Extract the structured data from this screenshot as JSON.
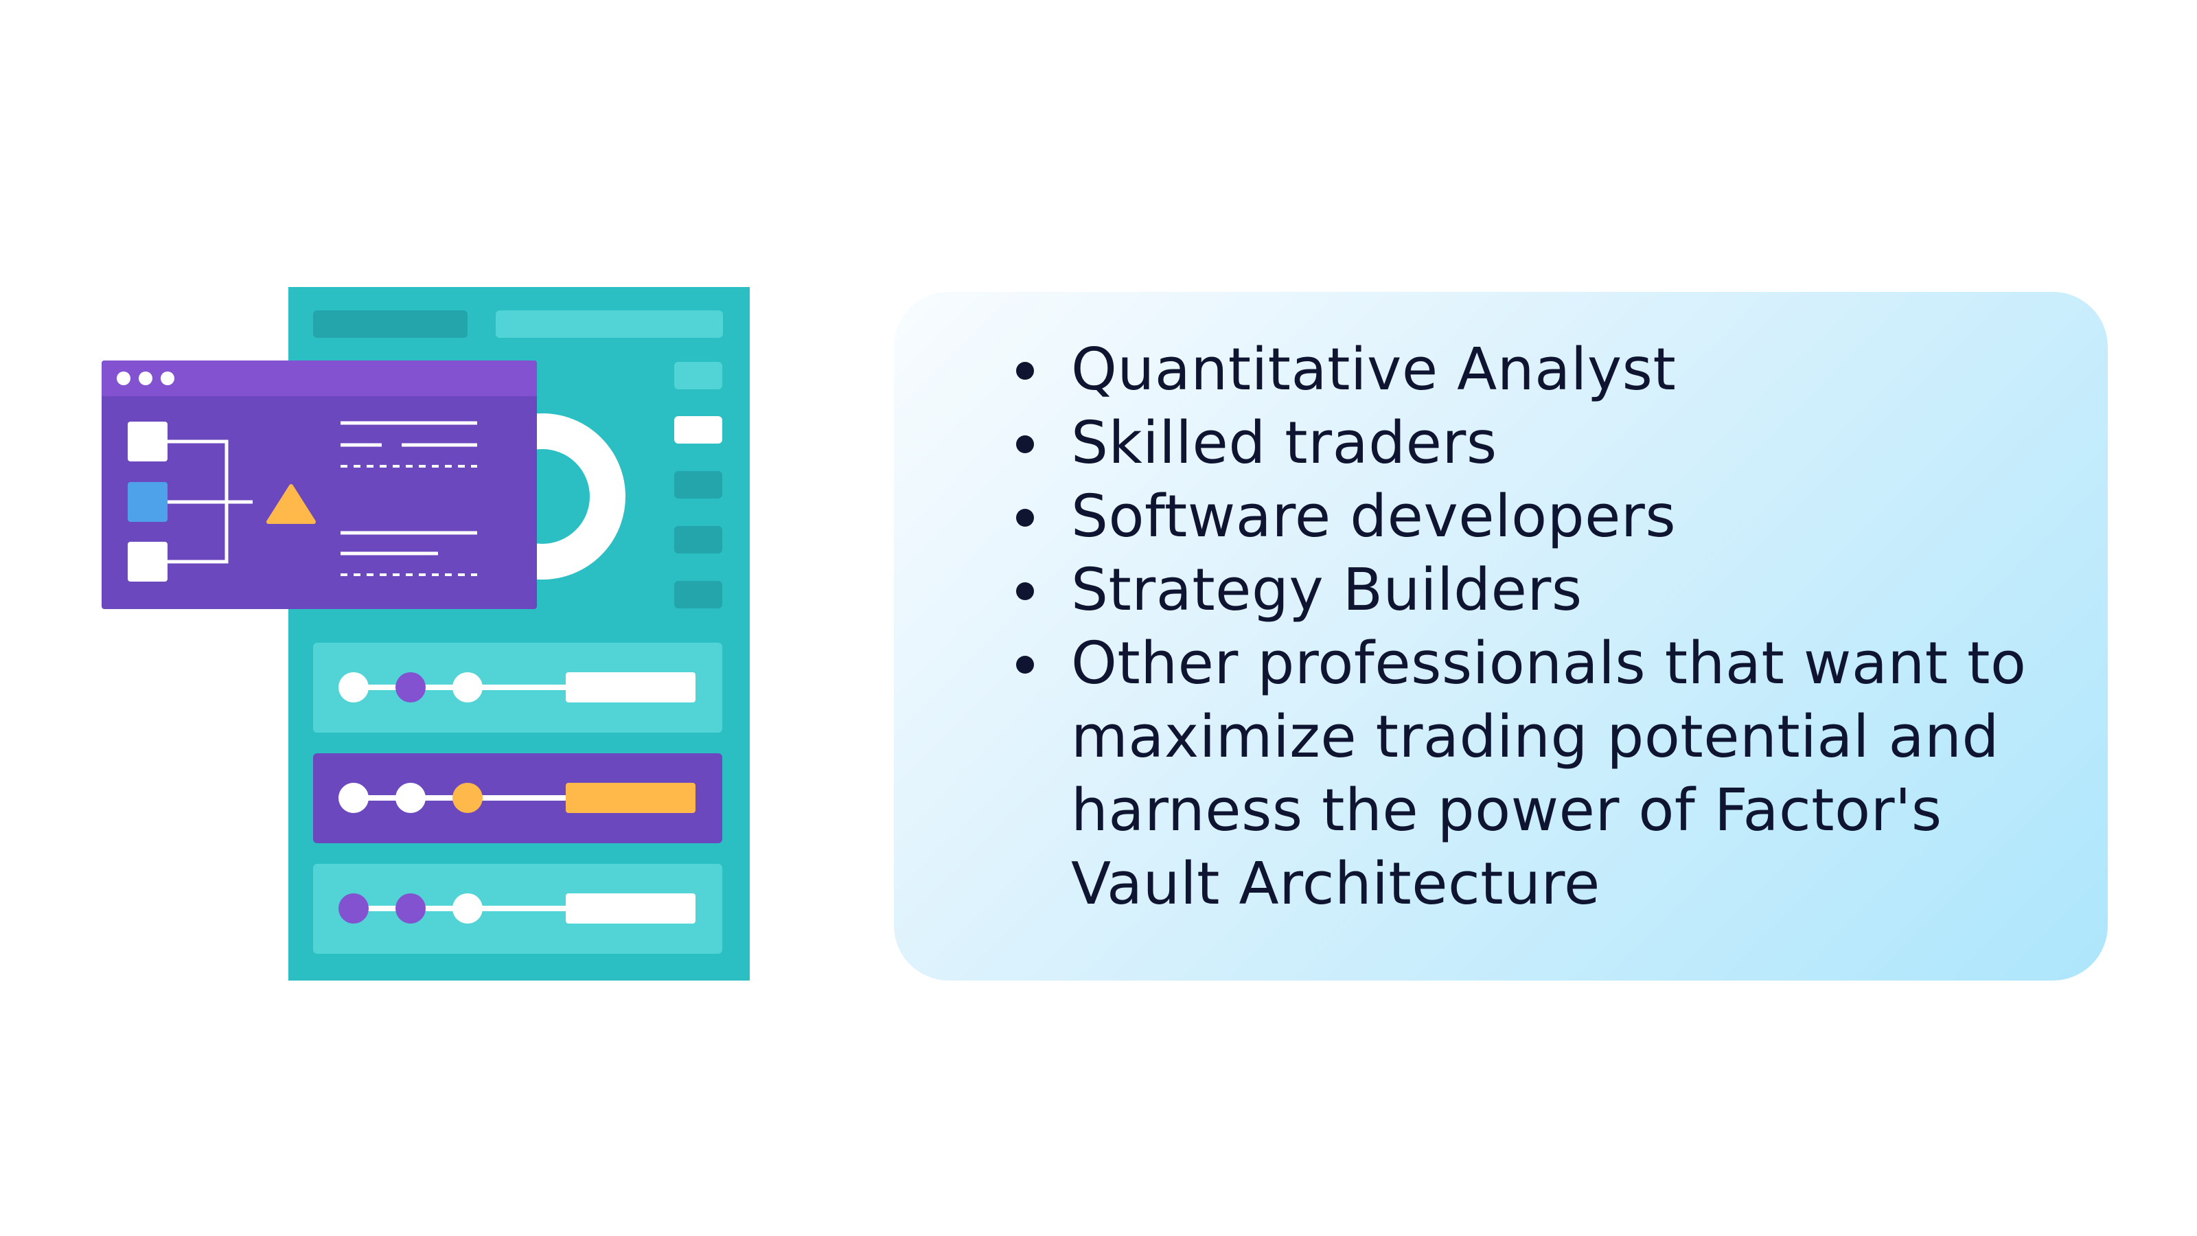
{
  "illustration": {
    "icon": "dashboard-flowchart-illustration",
    "colors": {
      "teal": "#2bbfc4",
      "teal_light": "#52d4d6",
      "teal_dark": "#24a4ab",
      "purple": "#6b48be",
      "purple_header": "#8252d0",
      "yellow": "#ffb84a",
      "blue": "#4ea2ea",
      "white": "#ffffff"
    }
  },
  "panel": {
    "colors": {
      "gradient_start": "#f8fcff",
      "gradient_end": "#ade6fc",
      "text": "#0f1530"
    },
    "items": [
      "Quantitative Analyst",
      "Skilled traders",
      "Software developers",
      "Strategy Builders",
      "Other professionals that want to maximize trading potential and harness the power of Factor's Vault Architecture"
    ]
  }
}
